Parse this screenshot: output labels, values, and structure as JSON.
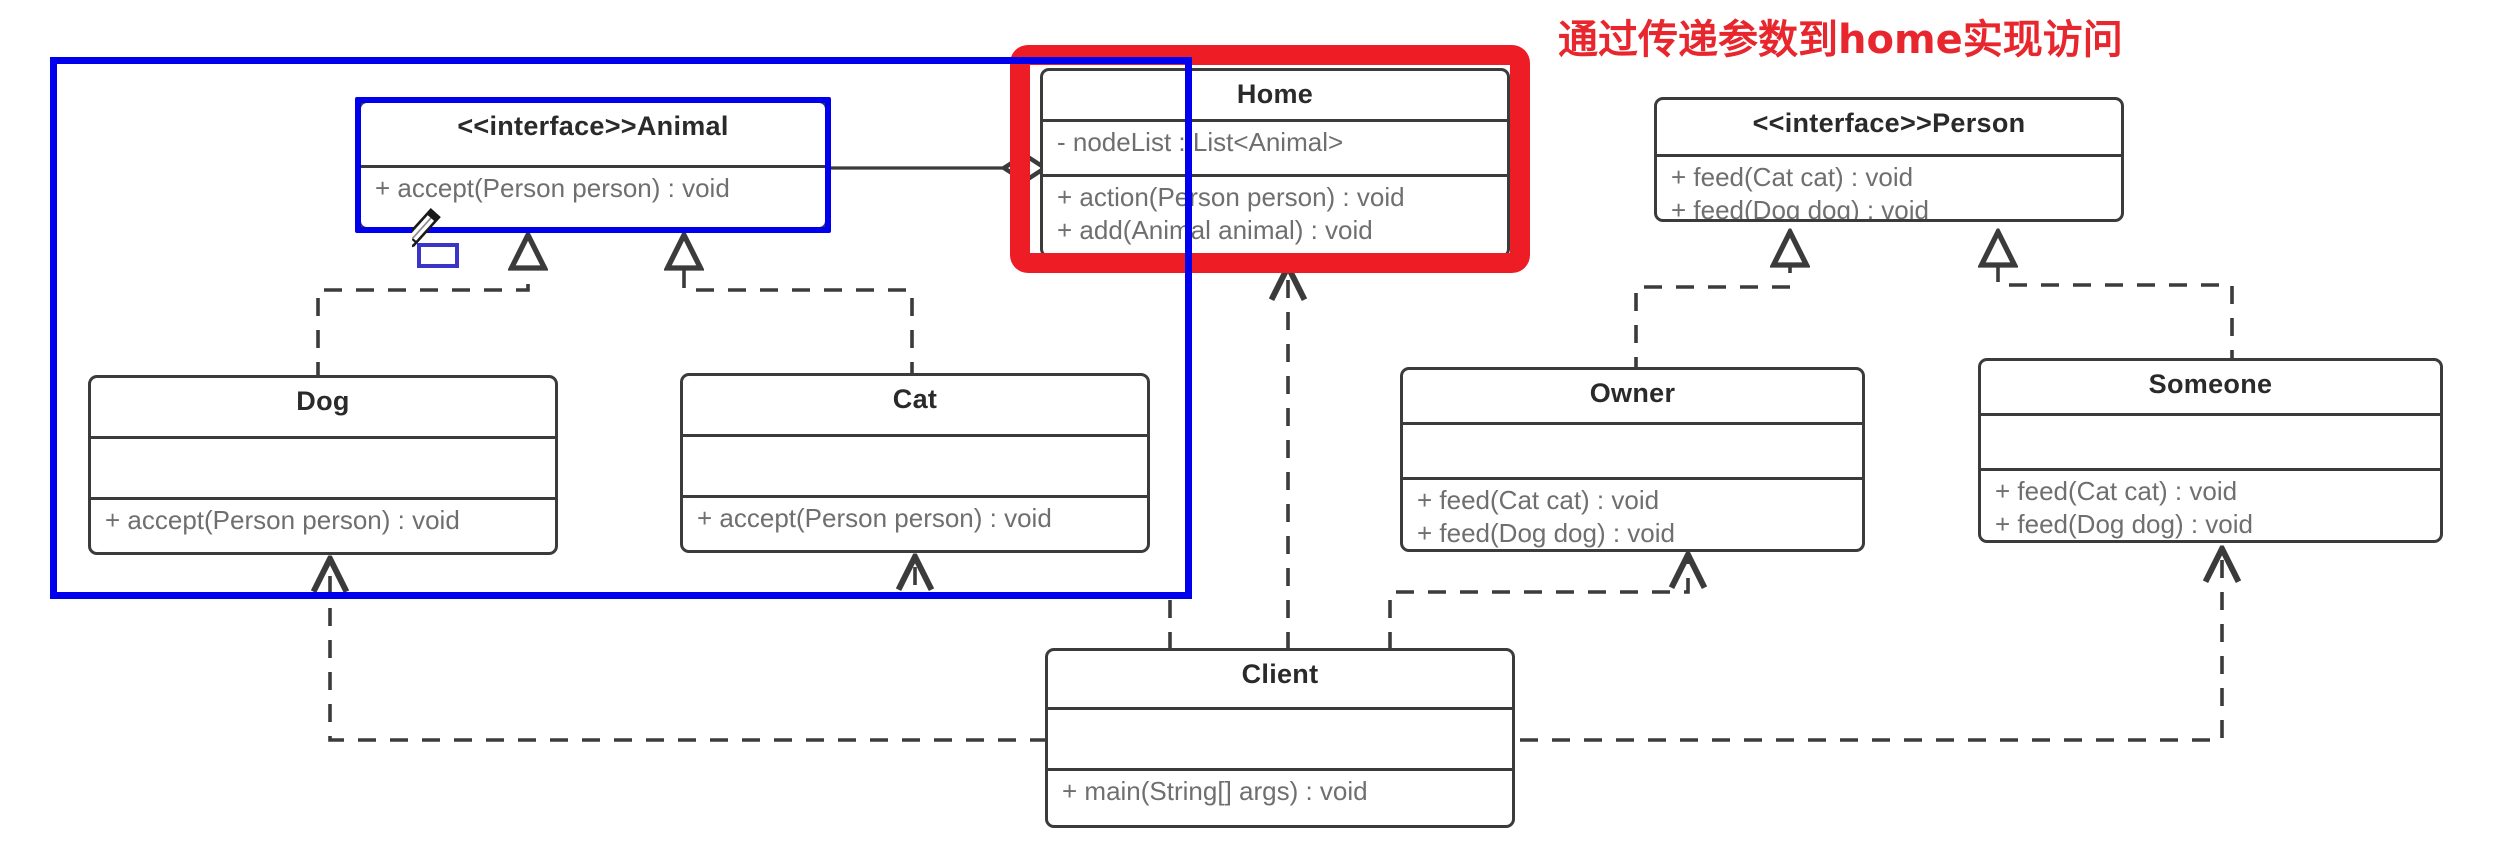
{
  "diagram": {
    "kind": "uml-class-diagram",
    "annotation": {
      "text": "通过传递参数到home实现访问",
      "color": "#e8262d"
    },
    "highlights": {
      "blue_region_color": "#0000ee",
      "red_box_color": "#ee1c25",
      "blue_outline_color": "#0000ee"
    },
    "classes": [
      {
        "id": "animal",
        "title": "<<interface>>Animal",
        "attributes": [],
        "operations": [
          "+ accept(Person person) : void"
        ]
      },
      {
        "id": "home",
        "title": "Home",
        "attributes": [
          "- nodeList : List<Animal>"
        ],
        "operations": [
          "+ action(Person person) : void",
          "+ add(Animal animal) : void"
        ]
      },
      {
        "id": "person",
        "title": "<<interface>>Person",
        "attributes": [],
        "operations": [
          "+ feed(Cat cat) : void",
          "+ feed(Dog dog) : void"
        ]
      },
      {
        "id": "dog",
        "title": "Dog",
        "attributes": [],
        "operations": [
          "+ accept(Person person) : void"
        ]
      },
      {
        "id": "cat",
        "title": "Cat",
        "attributes": [],
        "operations": [
          "+ accept(Person person) : void"
        ]
      },
      {
        "id": "owner",
        "title": "Owner",
        "attributes": [],
        "operations": [
          "+ feed(Cat cat) : void",
          "+ feed(Dog dog) : void"
        ]
      },
      {
        "id": "someone",
        "title": "Someone",
        "attributes": [],
        "operations": [
          "+ feed(Cat cat) : void",
          "+ feed(Dog dog) : void"
        ]
      },
      {
        "id": "client",
        "title": "Client",
        "attributes": [],
        "operations": [
          "+ main(String[] args) : void"
        ]
      }
    ],
    "relations": [
      {
        "from": "home",
        "to": "animal",
        "type": "aggregation"
      },
      {
        "from": "dog",
        "to": "animal",
        "type": "realization"
      },
      {
        "from": "cat",
        "to": "animal",
        "type": "realization"
      },
      {
        "from": "owner",
        "to": "person",
        "type": "realization"
      },
      {
        "from": "someone",
        "to": "person",
        "type": "realization"
      },
      {
        "from": "client",
        "to": "home",
        "type": "dependency"
      },
      {
        "from": "client",
        "to": "dog",
        "type": "dependency"
      },
      {
        "from": "client",
        "to": "cat",
        "type": "dependency"
      },
      {
        "from": "client",
        "to": "owner",
        "type": "dependency"
      },
      {
        "from": "client",
        "to": "someone",
        "type": "dependency"
      }
    ]
  }
}
